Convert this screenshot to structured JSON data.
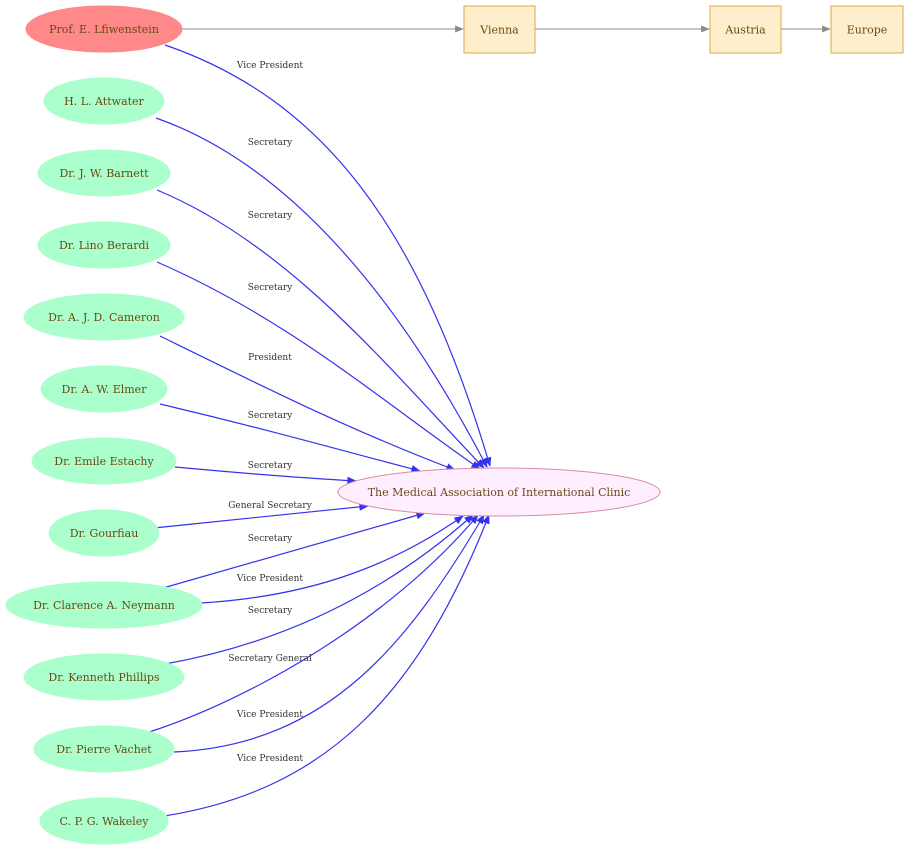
{
  "colors": {
    "person_fill": "#aaffcc",
    "highlight_fill": "#ff8888",
    "org_fill": "#ffeeff",
    "org_stroke": "#d88ca0",
    "place_fill": "#ffeecc",
    "place_stroke": "#d8a84c",
    "edge": "#3333ee",
    "location_edge": "#8c8c8c"
  },
  "organization": {
    "label": "The Medical Association of International Clinic"
  },
  "places": [
    {
      "label": "Vienna"
    },
    {
      "label": "Austria"
    },
    {
      "label": "Europe"
    }
  ],
  "people": [
    {
      "label": "Prof. E. Lfiwenstein",
      "role": "Vice President",
      "highlight": true
    },
    {
      "label": "H. L. Attwater",
      "role": "Secretary"
    },
    {
      "label": "Dr. J. W. Barnett",
      "role": "Secretary"
    },
    {
      "label": "Dr. Lino Berardi",
      "role": "Secretary"
    },
    {
      "label": "Dr. A. J. D. Cameron",
      "role": "President"
    },
    {
      "label": "Dr. A. W. Elmer",
      "role": "Secretary"
    },
    {
      "label": "Dr. Emile Estachy",
      "role": "Secretary"
    },
    {
      "label": "Dr. Gourfiau",
      "role": "General Secretary"
    },
    {
      "label": "Dr. Clarence A. Neymann",
      "role": "Secretary"
    },
    {
      "label": "Dr. Clarence A. Neymann",
      "role": "Vice President"
    },
    {
      "label": "Dr. Kenneth Phillips",
      "role": "Secretary"
    },
    {
      "label": "Dr. Pierre Vachet",
      "role": "Secretary General"
    },
    {
      "label": "Dr. Pierre Vachet",
      "role": "Vice President"
    },
    {
      "label": "C. P. G. Wakeley",
      "role": "Vice President"
    }
  ]
}
